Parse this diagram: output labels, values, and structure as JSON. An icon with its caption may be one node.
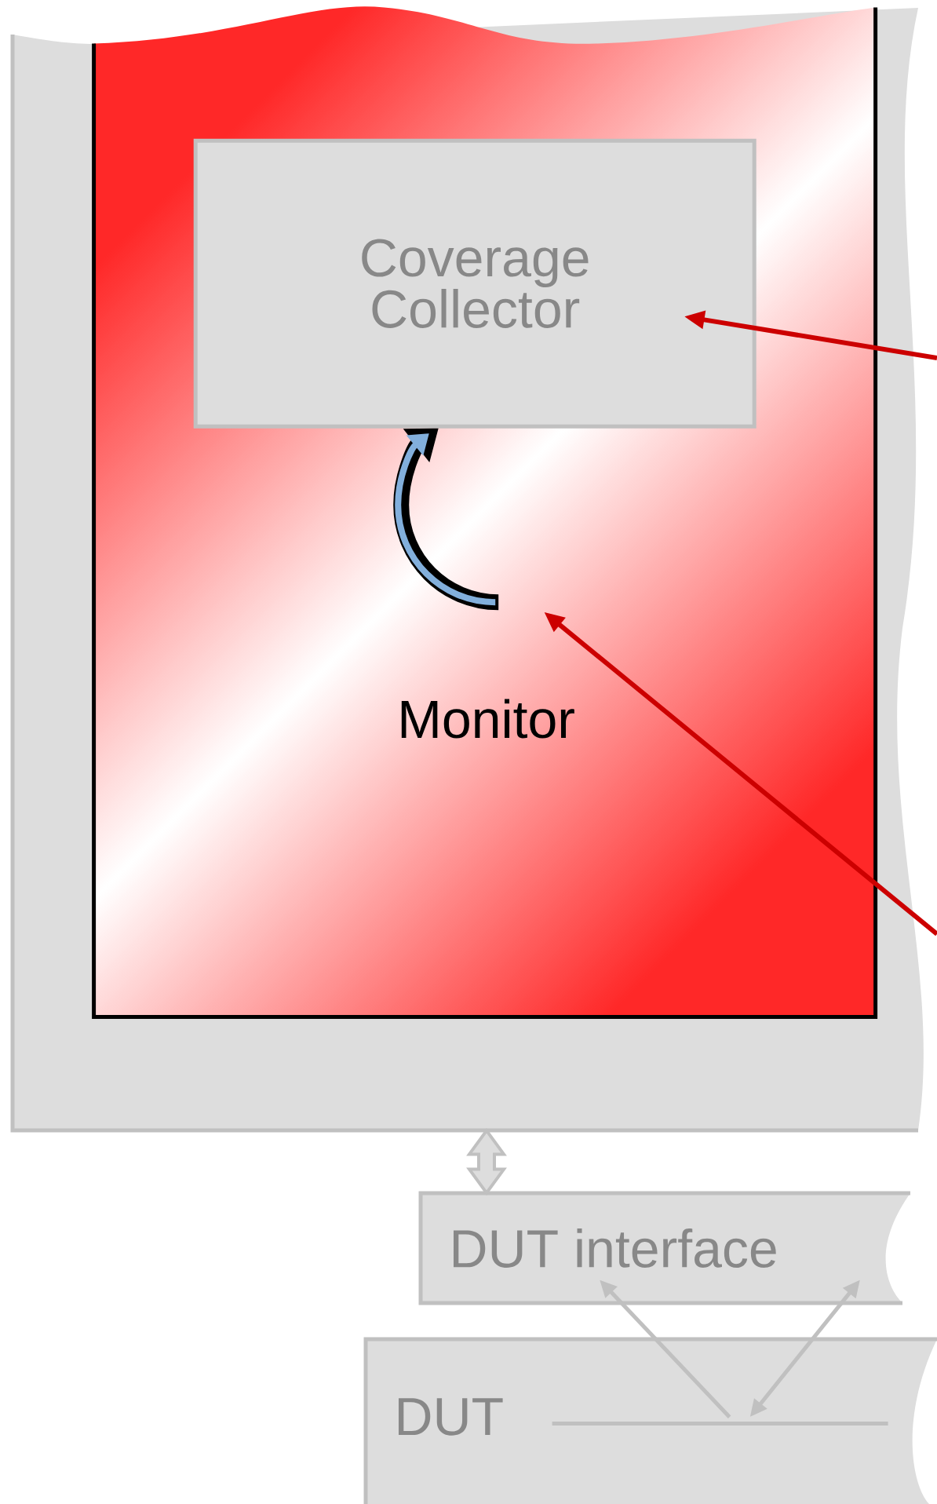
{
  "diagram": {
    "nodes": [
      {
        "text": [],
        "shape": "box"
      },
      {
        "text": [
          "Monitor"
        ],
        "in": 0
      },
      {
        "text": [
          "Coverage Collector"
        ],
        "in": 1
      },
      {
        "text": [],
        "shape": "arrow",
        "in": 1
      },
      {
        "text": [
          "DUT interface"
        ]
      },
      {
        "text": [
          "DUT"
        ]
      },
      {
        "text": [],
        "shape": "line",
        "in": 5
      }
    ],
    "edges": [
      {
        "from": 0,
        "to": 4,
        "arrow": "both",
        "style": "thick"
      },
      {
        "from": 6,
        "to": 4,
        "arrow": "to"
      },
      {
        "from": 6,
        "to": 4,
        "arrow": "both"
      },
      {
        "from": null,
        "to": 2,
        "arrow": "to",
        "color": "#cc0000"
      },
      {
        "from": null,
        "to": 3,
        "arrow": "to",
        "color": "#cc0000"
      }
    ]
  }
}
